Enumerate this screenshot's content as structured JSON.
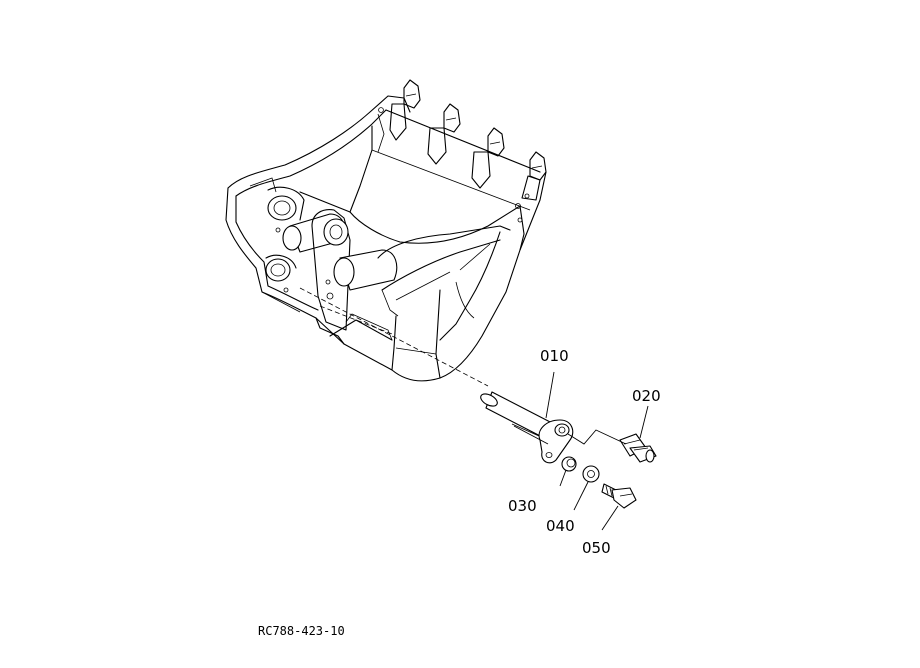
{
  "labels": {
    "p010": "010",
    "p020": "020",
    "p030": "030",
    "p040": "040",
    "p050": "050"
  },
  "drawing_code": "RC788-423-10"
}
